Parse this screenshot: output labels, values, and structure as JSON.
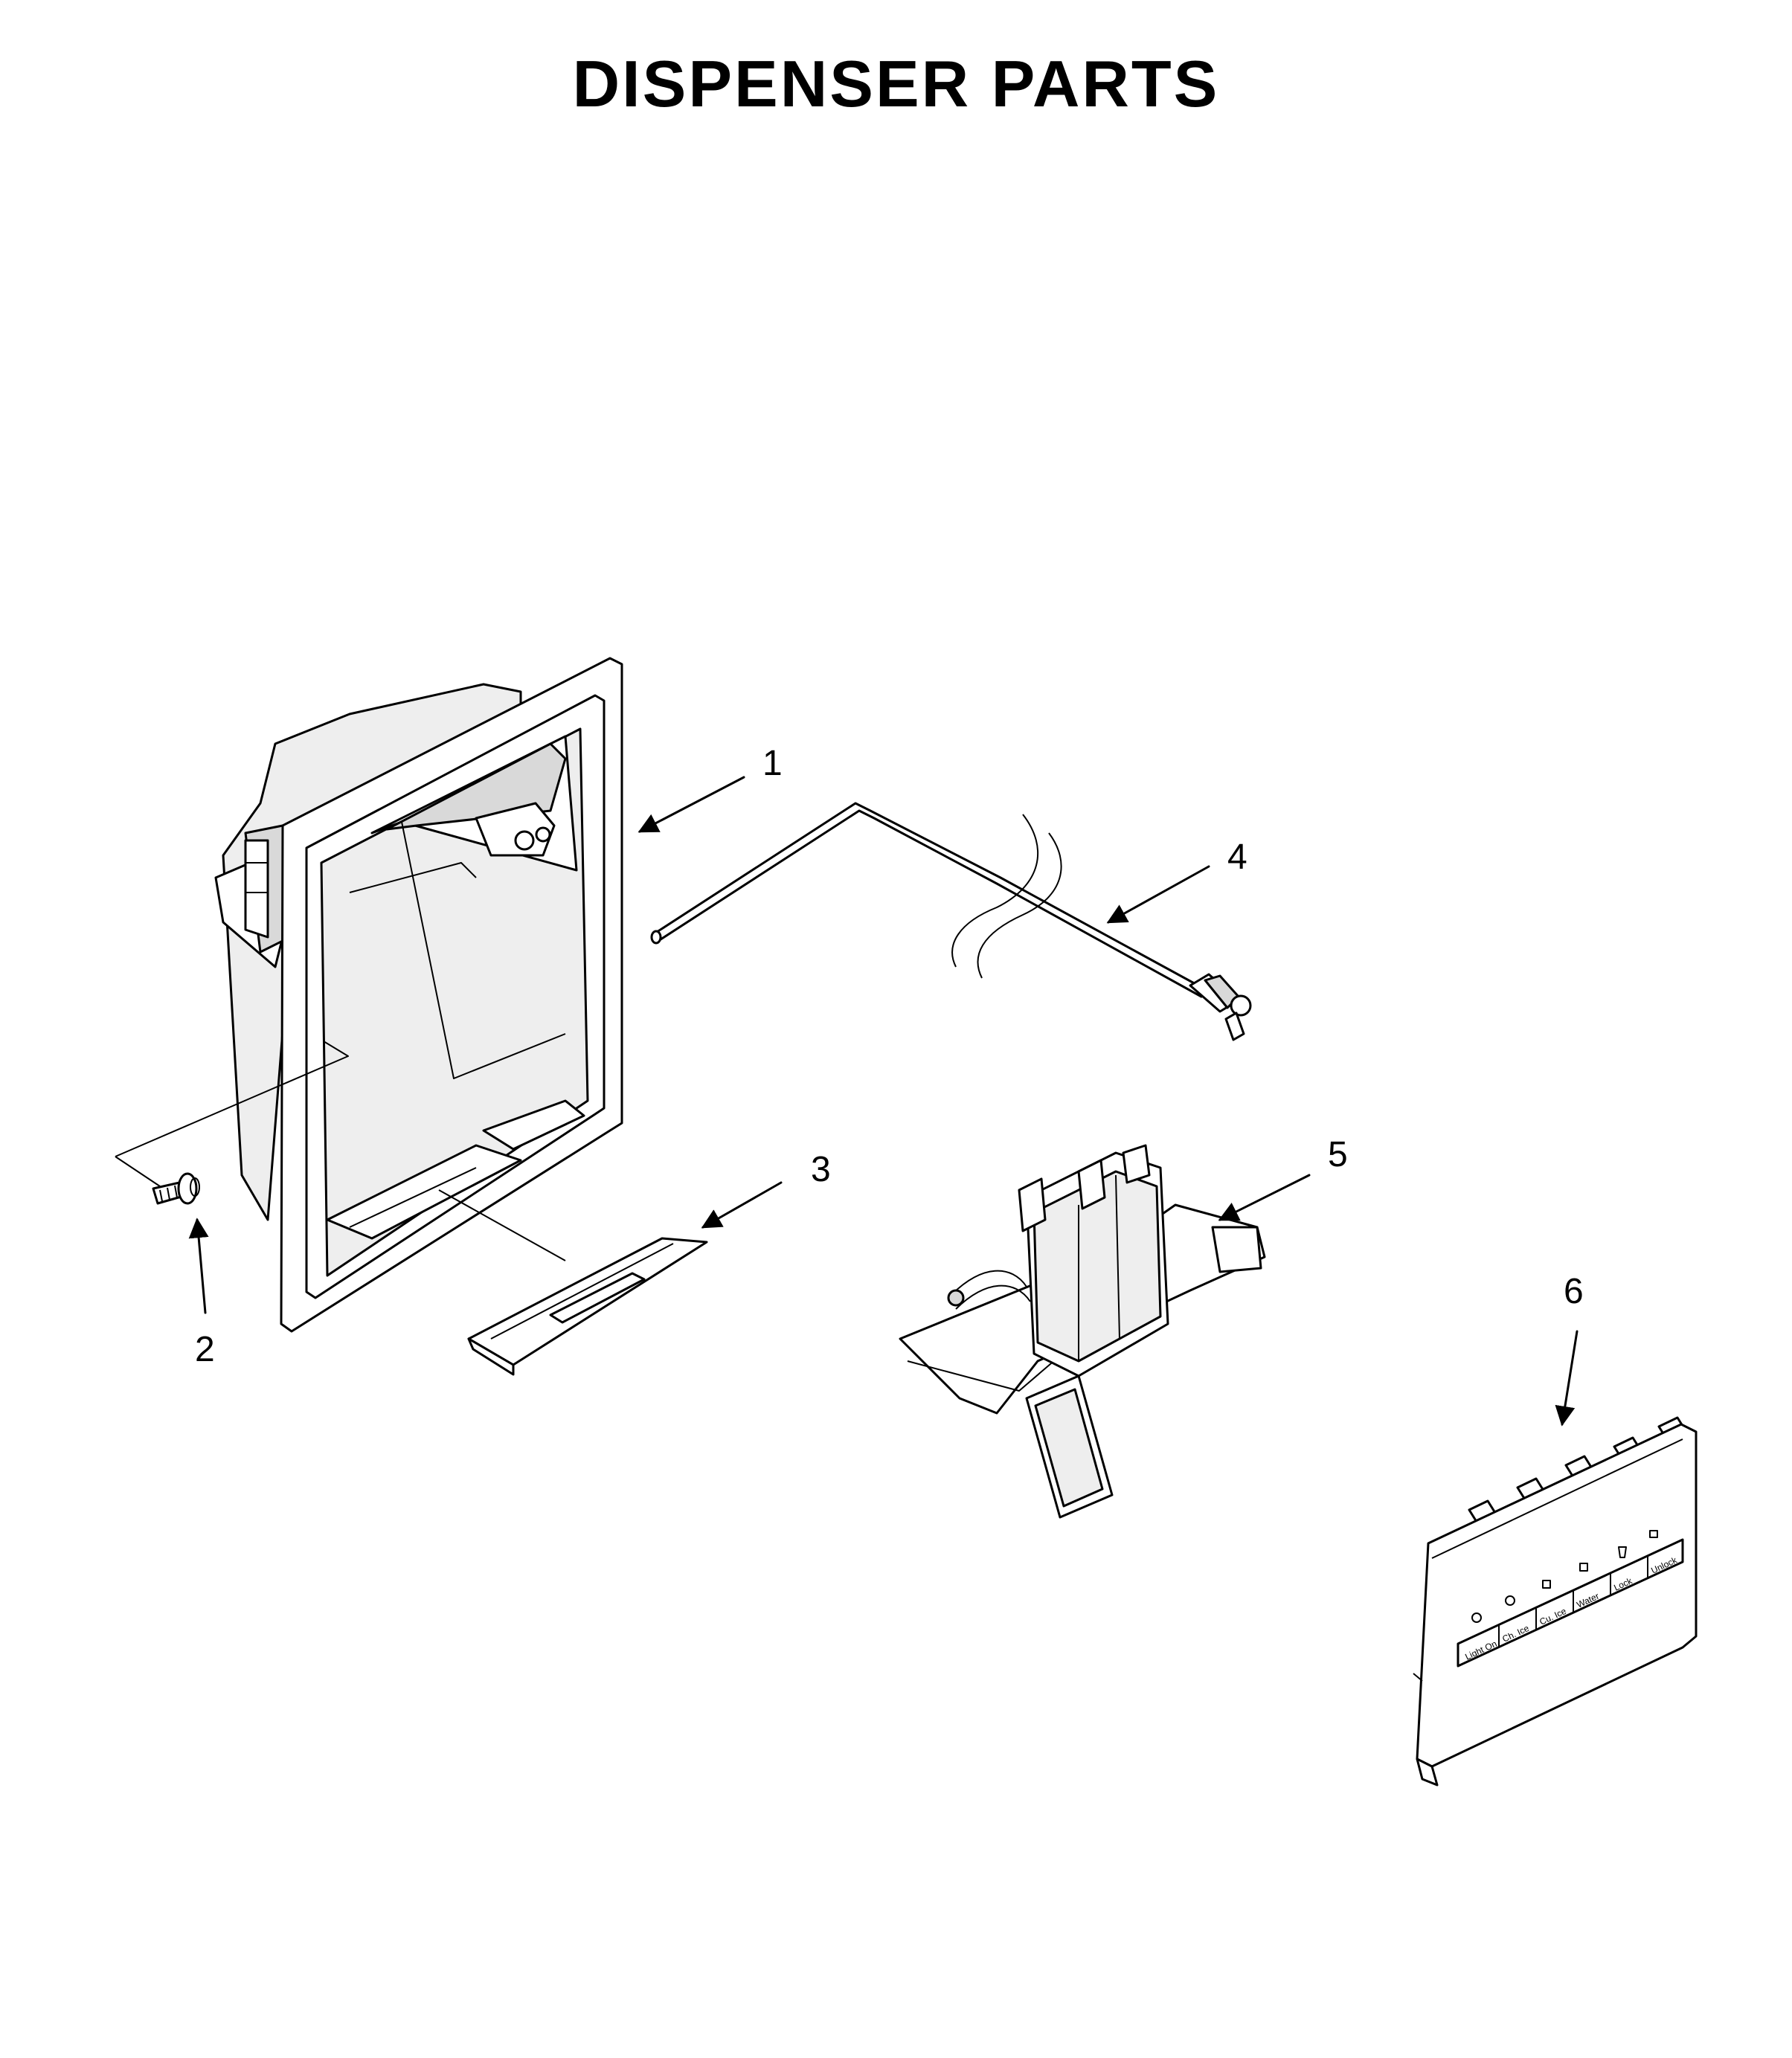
{
  "title": "DISPENSER PARTS",
  "callouts": [
    {
      "id": "1",
      "label": "1"
    },
    {
      "id": "2",
      "label": "2"
    },
    {
      "id": "3",
      "label": "3"
    },
    {
      "id": "4",
      "label": "4"
    },
    {
      "id": "5",
      "label": "5"
    },
    {
      "id": "6",
      "label": "6"
    }
  ],
  "control_panel": {
    "labels": [
      "Light On",
      "Ch. Ice",
      "Cu. Ice",
      "Water",
      "Lock",
      "Unlock"
    ]
  }
}
